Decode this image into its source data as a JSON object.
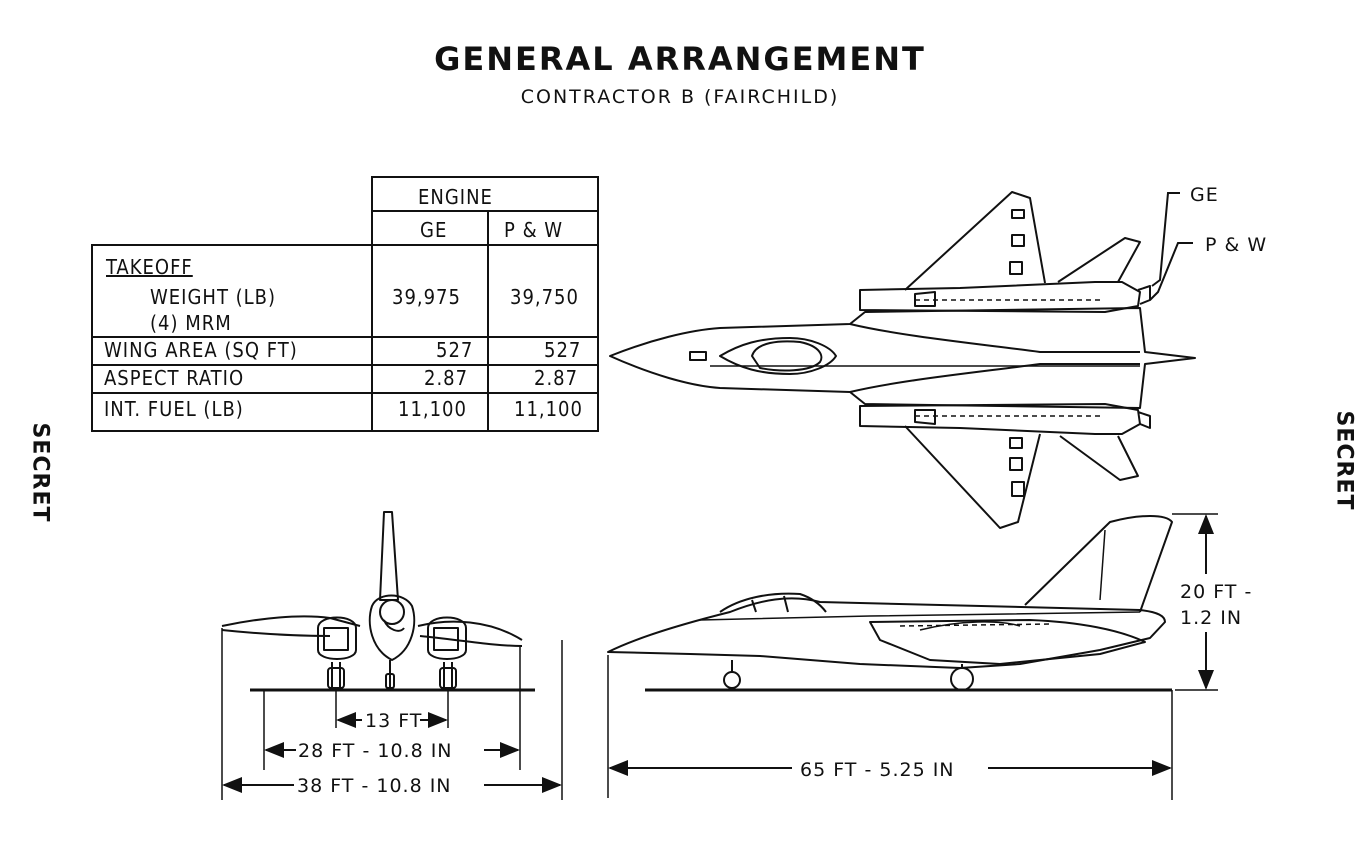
{
  "header": {
    "title": "GENERAL ARRANGEMENT",
    "subtitle": "CONTRACTOR B (FAIRCHILD)"
  },
  "table": {
    "group_header": "ENGINE",
    "columns": [
      "GE",
      "P & W"
    ],
    "rows": [
      {
        "label_lines": [
          "TAKEOFF",
          "WEIGHT (LB)",
          "(4) MRM"
        ],
        "values": [
          "39,975",
          "39,750"
        ]
      },
      {
        "label_lines": [
          "WING AREA (SQ FT)"
        ],
        "values": [
          "527",
          "527"
        ]
      },
      {
        "label_lines": [
          "ASPECT RATIO"
        ],
        "values": [
          "2.87",
          "2.87"
        ]
      },
      {
        "label_lines": [
          "INT. FUEL (LB)"
        ],
        "values": [
          "11,100",
          "11,100"
        ]
      }
    ]
  },
  "callouts": {
    "ge": "GE",
    "pw": "P & W"
  },
  "dimensions": {
    "track": "13 FT",
    "span_narrow": "28 FT - 10.8 IN",
    "span_full": "38 FT - 10.8 IN",
    "length": "65 FT - 5.25 IN",
    "height_line1": "20 FT -",
    "height_line2": "1.2 IN"
  },
  "margin_marks": {
    "left": "SECRET",
    "right": "SECRET"
  }
}
